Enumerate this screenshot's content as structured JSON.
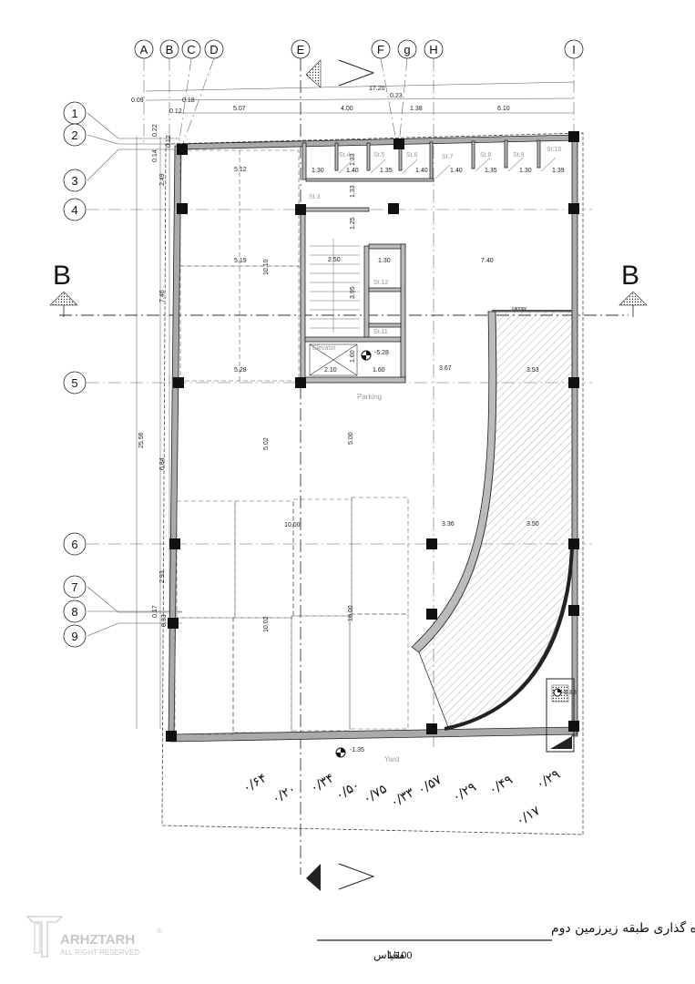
{
  "grid": {
    "columns": [
      "A",
      "B",
      "C",
      "D",
      "E",
      "F",
      "g",
      "H",
      "I"
    ],
    "rows": [
      "1",
      "2",
      "3",
      "4",
      "5",
      "6",
      "7",
      "8",
      "9"
    ]
  },
  "section_marks": {
    "left": "B",
    "right": "B"
  },
  "dimensions": {
    "top_overall": "17.20",
    "top_small": [
      "0.09",
      "0.18",
      "0.12",
      "0.23"
    ],
    "top_spans": [
      "5.07",
      "4.00",
      "1.38",
      "6.10"
    ],
    "left_small": [
      "0.22",
      "0.12",
      "0.14",
      "2.49"
    ],
    "left_overall": "25.56",
    "left_spans": [
      "7.46",
      "6.84",
      "2.93",
      "0.17",
      "0.33"
    ],
    "storage_widths": [
      "1.30",
      "1.40",
      "1.35",
      "1.40",
      "1.40",
      "1.35",
      "1.30",
      "1.39"
    ],
    "storage_depth": "1.33",
    "stair": [
      "1.25",
      "2.50",
      "3.95",
      "1.60",
      "2.10",
      "1.60"
    ],
    "interior": [
      "5.12",
      "5.19",
      "10.10",
      "5.28",
      "5.02",
      "5.00",
      "10.00",
      "10.02",
      "10.00",
      "1.30",
      "7.40",
      "3.67",
      "3.53",
      "3.36",
      "3.50"
    ]
  },
  "labels": {
    "storage": [
      "St.4",
      "St.5",
      "St.6",
      "St.7",
      "St.8",
      "St.9",
      "St.10",
      "St.3",
      "St.12",
      "St.11"
    ],
    "elevator": "Elevator",
    "parking": "Parking",
    "yard": "Yard",
    "canopy": "canopy"
  },
  "levels": {
    "stair": "-5.28",
    "yard": "-1.35",
    "ramp_bottom": "-8.88"
  },
  "yard_levels": [
    "۰/۶۴",
    "۰/۲۰",
    "۰/۳۴",
    "۰/۵۰",
    "۰/۷۵",
    "۰/۳۳",
    "۰/۵۷",
    "۰/۲۹",
    "۰/۴۹",
    "۰/۲۹",
    "۰/۱۷"
  ],
  "title": "پلان اندازه گذاری طبقه زیرزمین دوم",
  "scale": {
    "label": "مقیاس",
    "value": "1/100"
  },
  "logo": {
    "brand": "ARHZTARH",
    "rights": "ALL RIGHT RESERVED",
    "mark": "®"
  }
}
